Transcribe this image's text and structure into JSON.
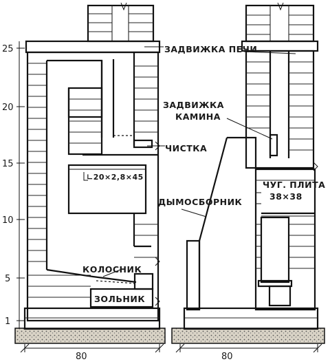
{
  "scale": {
    "ticks": [
      "25",
      "20",
      "15",
      "10",
      "5",
      "1"
    ]
  },
  "labels": {
    "damper_stove": "ЗАДВИЖКА ПЕЧИ",
    "damper_fireplace_1": "ЗАДВИЖКА",
    "damper_fireplace_2": "КАМИНА",
    "cleanout": "ЧИСТКА",
    "angle": "∟20×2,8×45",
    "smoke_collector": "ДЫМОСБОРНИК",
    "cast_plate_1": "ЧУГ. ПЛИТА",
    "cast_plate_2": "38×38",
    "grate": "КОЛОСНИК",
    "ashpit": "ЗОЛЬНИК"
  },
  "dimensions": {
    "left_width": "80",
    "right_width": "80"
  },
  "colors": {
    "ink": "#111111",
    "paper": "#ffffff",
    "ground": "#b9b0a0"
  }
}
